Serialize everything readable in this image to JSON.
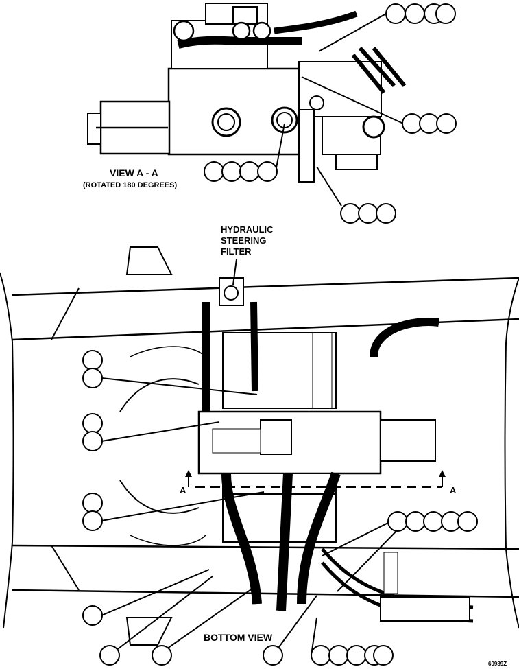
{
  "labels": {
    "view_title": "VIEW A - A",
    "view_subtitle": "(ROTATED 180 DEGREES)",
    "filter_line1": "HYDRAULIC",
    "filter_line2": "STEERING",
    "filter_line3": "FILTER",
    "section_marker_left": "A",
    "section_marker_right": "A",
    "bottom_view": "BOTTOM VIEW",
    "figure_id": "60989Z"
  },
  "colors": {
    "ink": "#000000",
    "paper": "#ffffff"
  }
}
